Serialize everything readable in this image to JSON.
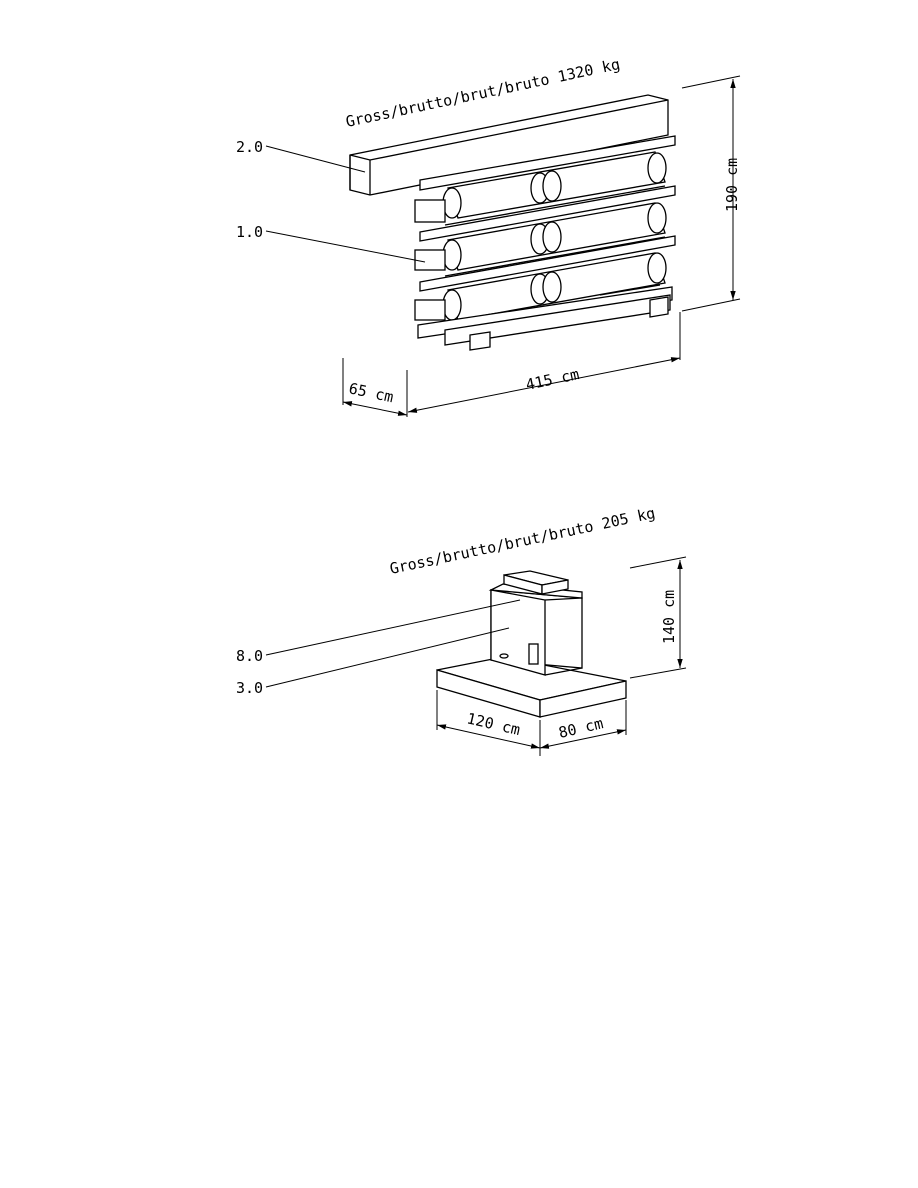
{
  "drawing1": {
    "weight_label": "Gross/brutto/brut/bruto 1320 kg",
    "callouts": {
      "part_2": "2.0",
      "part_1": "1.0"
    },
    "dimensions": {
      "height": "190 cm",
      "length": "415 cm",
      "depth": "65 cm"
    }
  },
  "drawing2": {
    "weight_label": "Gross/brutto/brut/bruto 205 kg",
    "callouts": {
      "part_8": "8.0",
      "part_3": "3.0"
    },
    "dimensions": {
      "height": "140 cm",
      "width": "120 cm",
      "depth": "80 cm"
    }
  },
  "colors": {
    "line": "#000000",
    "background": "#ffffff"
  }
}
